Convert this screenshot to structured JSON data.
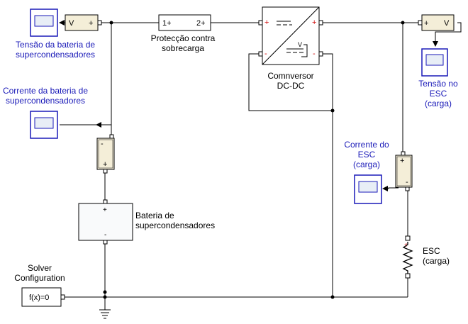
{
  "colors": {
    "wire": "#000000",
    "block_border": "#000000",
    "block_fill": "#ffffff",
    "sensor_fill": "#f4eed8",
    "scope_border": "#1a1ab8",
    "scope_screen": "#e8eef6",
    "plus_red": "#d01010",
    "label_blue": "#1a1ab8"
  },
  "blocks": {
    "voltage_sensor_left": {
      "left_port": "V",
      "right_port": "+"
    },
    "overload_protection": {
      "in_port": "1+",
      "out_port": "2+",
      "label": "Protecção contra\nsobrecarga"
    },
    "converter": {
      "label": "Comnversor\nDC-DC",
      "plus": "+",
      "minus": "-",
      "v_symbol": "V"
    },
    "voltage_sensor_right": {
      "left_port": "+",
      "right_port": "V"
    },
    "current_sensor_left": {
      "top_port": "-",
      "bottom_port": "+"
    },
    "supercap_battery": {
      "plus": "+",
      "minus": "-",
      "label": "Bateria de\nsupercondensadores"
    },
    "current_sensor_right": {
      "top_port": "+",
      "bottom_port": "-"
    },
    "esc_load": {
      "label": "ESC\n(carga)"
    },
    "solver": {
      "text": "f(x)=0",
      "label": "Solver\nConfiguration"
    }
  },
  "scopes": {
    "voltage_battery": {
      "label": "Tensão da bateria de\nsupercondensadores"
    },
    "current_battery": {
      "label": "Corrente da bateria de\nsupercondensadores"
    },
    "voltage_esc": {
      "label": "Tensão no\nESC\n(carga)"
    },
    "current_esc": {
      "label": "Corrente do\nESC\n(carga)"
    }
  }
}
